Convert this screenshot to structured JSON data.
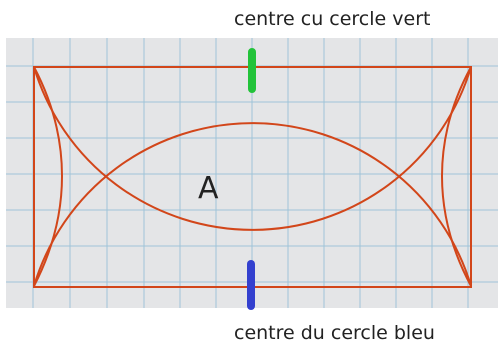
{
  "labels": {
    "top": "centre cu cercle vert",
    "bottom": "centre du cercle bleu",
    "region": "A"
  },
  "colors": {
    "background": "#ffffff",
    "paper": "#e4e5e7",
    "grid": "#9fc4d8",
    "shape_stroke": "#d2461a",
    "green_marker": "#22c33a",
    "blue_marker": "#3340cf",
    "text": "#222222"
  }
}
